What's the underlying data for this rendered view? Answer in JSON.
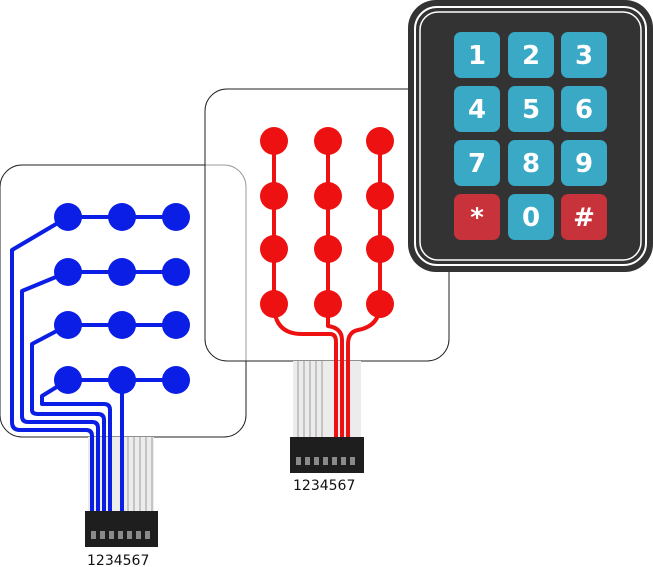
{
  "diagram": {
    "left_connector_pins": "1234567",
    "right_connector_pins": "1234567",
    "keypad_keys": [
      "1",
      "2",
      "3",
      "4",
      "5",
      "6",
      "7",
      "8",
      "9",
      "*",
      "0",
      "#"
    ],
    "colors": {
      "column_traces": "#0a1ee6",
      "row_traces": "#ee1111",
      "keypad_body": "#333333",
      "key_blue": "#3aa9c6",
      "key_red": "#c8323a",
      "connector": "#1e1e1e",
      "ribbon": "#d9d9d9"
    }
  }
}
